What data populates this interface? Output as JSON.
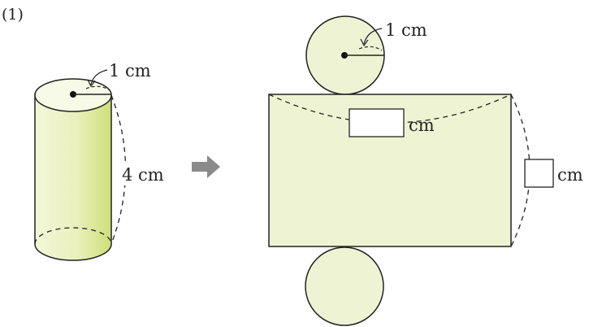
{
  "problem_number": "(1)",
  "cylinder": {
    "radius_label": "1 cm",
    "height_label": "4 cm"
  },
  "net": {
    "top_circle_radius_label": "1 cm",
    "width_unit_label": "cm",
    "height_unit_label": "cm"
  },
  "colors": {
    "fill": "#eef4d3",
    "fill_dark": "#cfe07a",
    "stroke": "#222222",
    "arrow": "#8a8a8a"
  }
}
